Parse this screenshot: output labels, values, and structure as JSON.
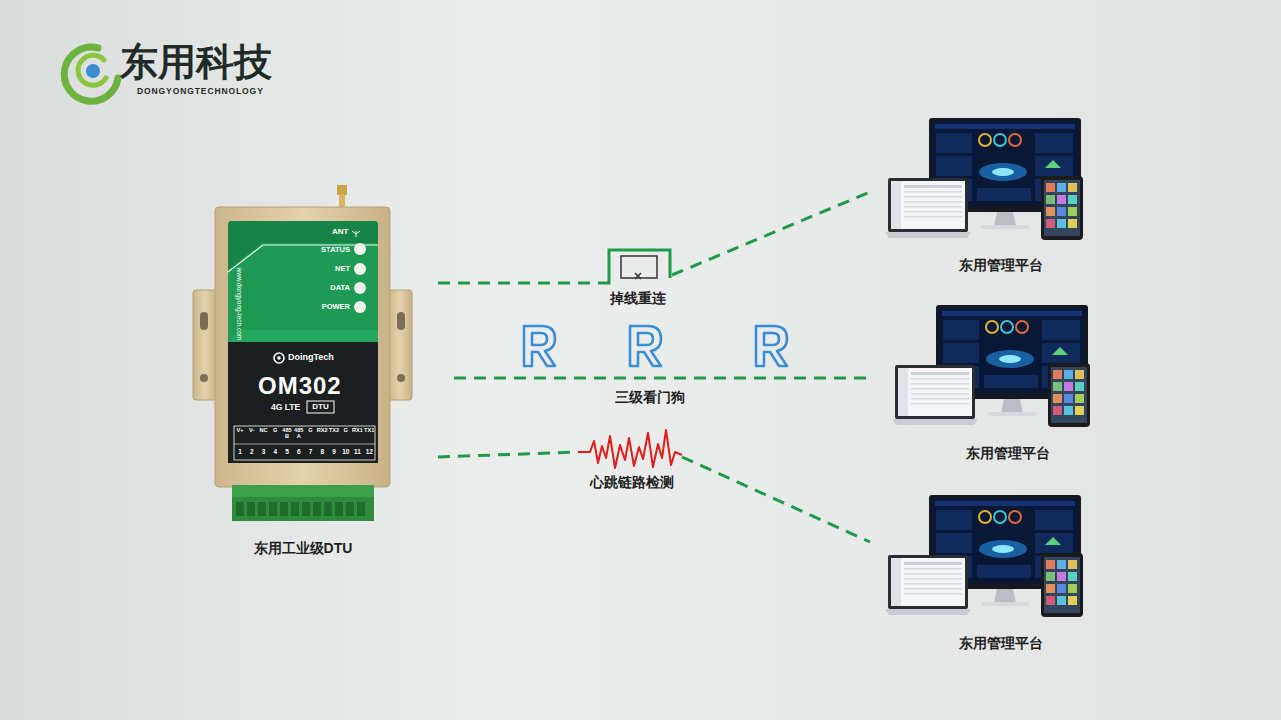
{
  "diagram": {
    "nodes": [
      {
        "text": [
          "东用工业级DTU"
        ]
      },
      {
        "text": [
          "东用管理平台"
        ]
      },
      {
        "text": [
          "东用管理平台"
        ]
      },
      {
        "text": [
          "东用管理平台"
        ]
      }
    ],
    "edges": [
      {
        "from": 0,
        "to": 1,
        "arrow": "none",
        "label": "掉线重连"
      },
      {
        "from": 0,
        "to": 2,
        "arrow": "none",
        "label": "三级看门狗"
      },
      {
        "from": 0,
        "to": 3,
        "arrow": "none",
        "label": "心跳链路检测"
      }
    ],
    "labels": [
      "东用科技",
      "DONGYONGTECHNOLOGY",
      "ANT",
      "STATUS",
      "NET",
      "DATA",
      "POWER",
      "www.dongyong-tech.com",
      "DoingTech",
      "OM302",
      "4G LTE",
      "DTU",
      "V+",
      "V-",
      "NC",
      "G",
      "485B",
      "485A",
      "G",
      "RX2",
      "TX2",
      "G",
      "RX1",
      "TX1",
      "1",
      "2",
      "3",
      "4",
      "5",
      "6",
      "7",
      "8",
      "9",
      "10",
      "11",
      "12"
    ]
  }
}
